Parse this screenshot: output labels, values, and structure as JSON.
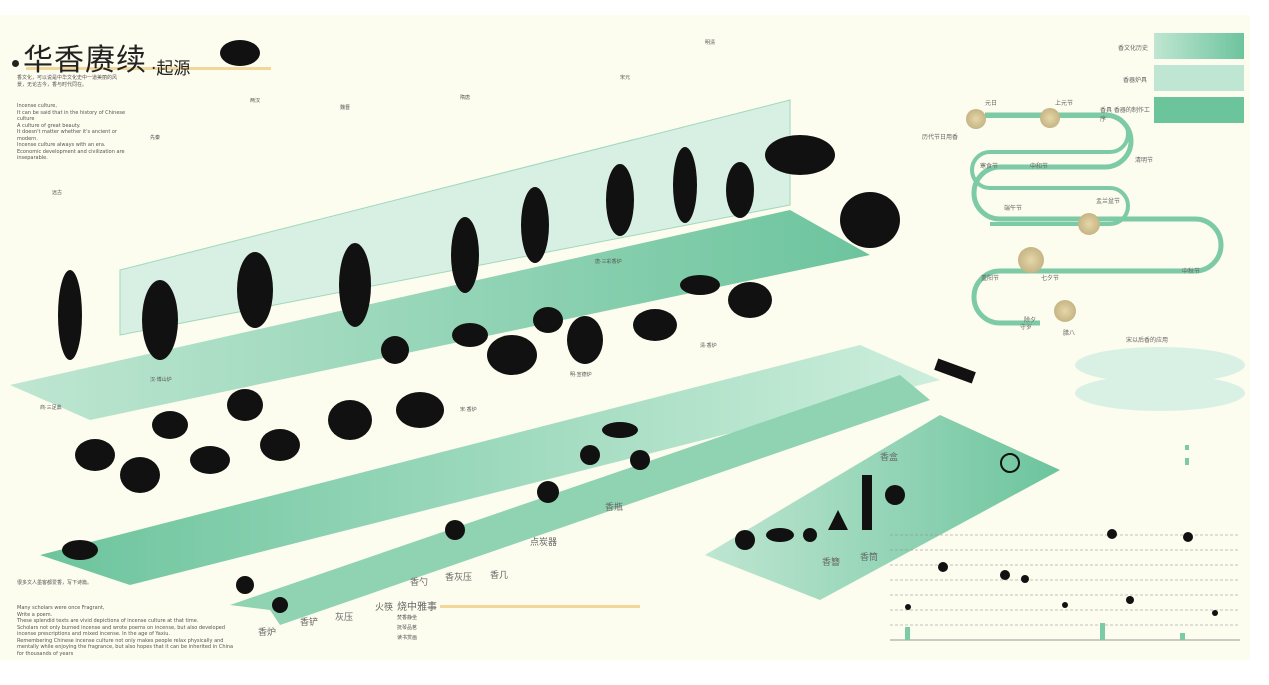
{
  "header": {
    "title": "华香赓续",
    "subtitle": "·起源"
  },
  "intro": {
    "cn": "香文化，可以说是中华文化史中一道美丽的风景，无论古今，香与时代同在。",
    "en": [
      "Incense culture,",
      "It can be said that in the history of Chinese culture",
      "A culture of great beauty.",
      "It doesn't matter whether it's ancient or modern.",
      "Incense culture always with an era.",
      "Economic development and civilization are inseparable."
    ]
  },
  "eras": [
    {
      "label": "远古"
    },
    {
      "label": "先秦"
    },
    {
      "label": "两汉"
    },
    {
      "label": "魏晋"
    },
    {
      "label": "隋唐"
    },
    {
      "label": "宋元"
    },
    {
      "label": "明清"
    }
  ],
  "band_labels": [
    "商·三足鼎",
    "汉·博山炉",
    "宋·香炉",
    "明·宣德炉",
    "清·香炉",
    "唐·三彩香炉"
  ],
  "tools": [
    "香炉",
    "香铲",
    "灰压",
    "火筷",
    "香勺",
    "香灰压",
    "香几",
    "点炭器",
    "香瓶",
    "香盒",
    "香簪",
    "香筒"
  ],
  "festivals": {
    "title": "历代节日用香",
    "items": [
      "元日",
      "上元节",
      "寒食节",
      "中和节",
      "清明节",
      "端午节",
      "盂兰盆节",
      "重阳节",
      "七夕节",
      "中秋节",
      "腊八",
      "除夕",
      "守岁"
    ],
    "note": "宋以后香的应用"
  },
  "legend": [
    "香文化历史",
    "香器炉具",
    "香具 香器的制作工序"
  ],
  "yazhi": {
    "title": "烧中雅事",
    "lines": [
      "焚香静坐",
      "抚琴品茗",
      "读书赏画"
    ]
  },
  "outro": {
    "cn": "很多文人墨客都爱香，写下诗篇。",
    "en": [
      "Many scholars were once Fragrant,",
      "Write a poem.",
      "These splendid texts are vivid depictions of incense culture at that time.",
      "Scholars not only burned incense and wrote poems on incense, but also developed incense prescriptions and mixed incense. In the age of Yaxiu.",
      "Remembering Chinese incense culture not only makes people relax physically and mentally while enjoying the fragrance, but also hopes that it can be inherited in China for thousands of years"
    ]
  },
  "colors": {
    "green": "#7ccaa6",
    "green_dark": "#5dbb92",
    "cream": "#fcfcef",
    "gold": "#f1d89a"
  }
}
